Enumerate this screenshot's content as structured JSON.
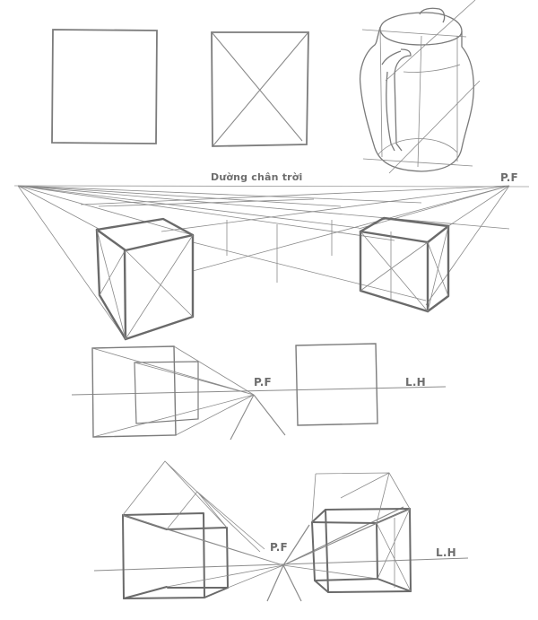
{
  "figure": {
    "type": "perspective-drawing-tutorial",
    "background": "#ffffff",
    "line_color": "#7a7a7a",
    "label_color": "#6e6e6e"
  },
  "row1": {
    "items": [
      "plain-square",
      "square-with-diagonals",
      "jug-construction"
    ]
  },
  "two_point": {
    "horizon_label": "Dường chân trời",
    "vanishing_point_label": "P.F"
  },
  "one_point_a": {
    "vanishing_point_label": "P.F",
    "horizon_label": "L.H"
  },
  "one_point_b": {
    "vanishing_point_label": "P.F",
    "horizon_label": "L.H"
  }
}
